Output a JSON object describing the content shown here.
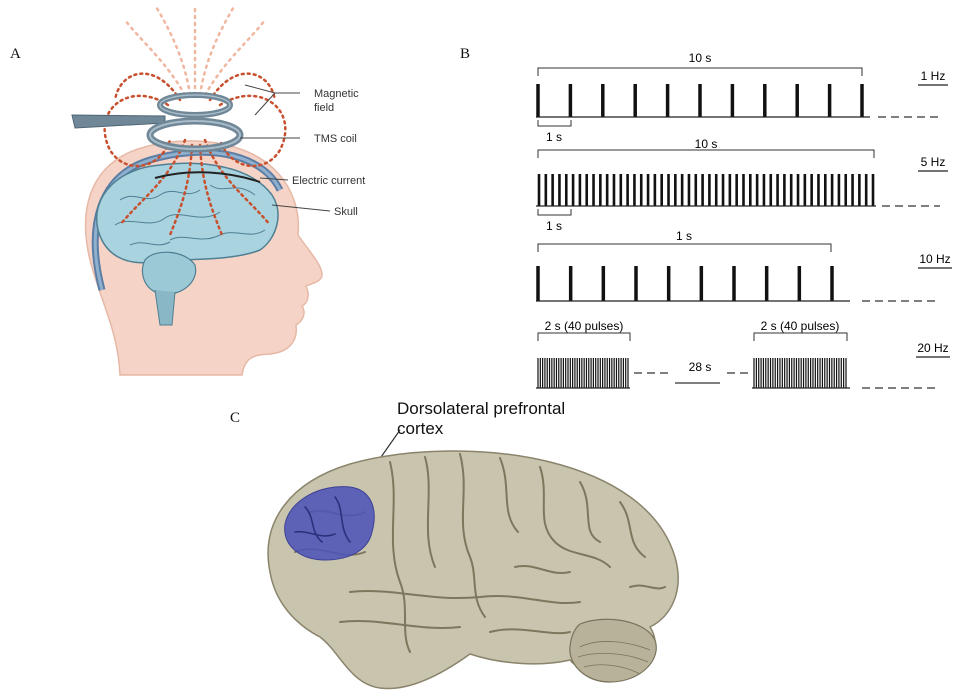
{
  "panels": {
    "a": {
      "letter": "A",
      "labels": {
        "magnetic_field_1": "Magnetic",
        "magnetic_field_2": "field",
        "tms_coil": "TMS coil",
        "electric_current": "Electric current",
        "skull": "Skull"
      },
      "colors": {
        "skin": "#f5d3c6",
        "brain": "#a9d4df",
        "coil": "#7f96a6",
        "field": "#c8502e"
      }
    },
    "b": {
      "letter": "B",
      "protocols": [
        {
          "freq_label": "1 Hz",
          "span_label": "10 s",
          "unit_label": "1 s",
          "pulses_shown": 11
        },
        {
          "freq_label": "5 Hz",
          "span_label": "10 s",
          "unit_label": "1 s",
          "pulses_shown": 50
        },
        {
          "freq_label": "10 Hz",
          "span_label": "1 s",
          "pulses_shown": 10
        },
        {
          "freq_label": "20 Hz",
          "train_label_left": "2 s (40 pulses)",
          "train_label_right": "2 s (40 pulses)",
          "gap_label": "28 s",
          "pulses_per_train": 40
        }
      ]
    },
    "c": {
      "letter": "C",
      "region_label_1": "Dorsolateral prefrontal",
      "region_label_2": "cortex",
      "colors": {
        "brain": "#c9c4ad",
        "region": "#4f54b8"
      }
    }
  }
}
